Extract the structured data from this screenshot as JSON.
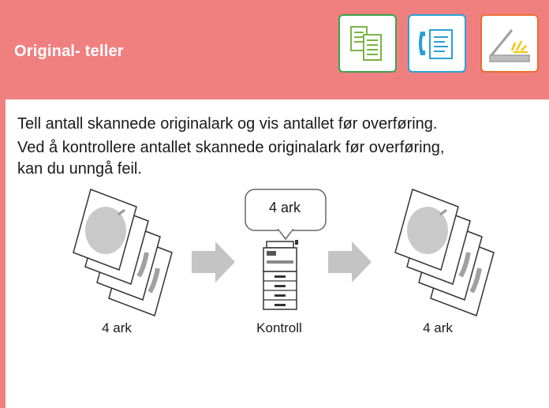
{
  "header": {
    "title": "Original- teller",
    "background": "#f08080",
    "icons": [
      {
        "name": "copy-mode-icon",
        "border": "#3aa54a"
      },
      {
        "name": "fax-mode-icon",
        "border": "#2a9fd8"
      },
      {
        "name": "scan-mode-icon",
        "border": "#ee6a2c"
      }
    ]
  },
  "description": {
    "line1": "Tell antall skannede originalark og vis antallet før overføring.",
    "line2": "Ved å kontrollere antallet skannede originalark før overføring,",
    "line3": "kan du unngå feil."
  },
  "illustration": {
    "left_caption": "4 ark",
    "middle_caption": "Kontroll",
    "right_caption": "4 ark",
    "bubble_text": "4 ark"
  }
}
